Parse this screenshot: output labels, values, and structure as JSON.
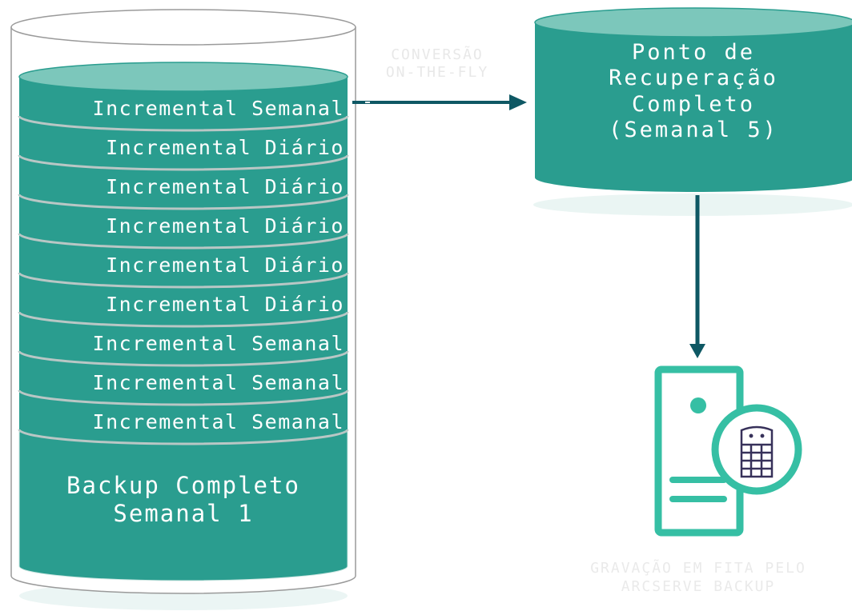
{
  "colors": {
    "teal": "#2a9d8f",
    "teal_top": "#7cc7bb",
    "teal_icon": "#36bfa4",
    "arrow": "#0e5864",
    "outline": "#9a9a9a"
  },
  "backup_stack": {
    "layers": [
      "Incremental Semanal",
      "Incremental Diário",
      "Incremental Diário",
      "Incremental Diário",
      "Incremental Diário",
      "Incremental Diário",
      "Incremental Semanal",
      "Incremental Semanal",
      "Incremental Semanal"
    ],
    "full_backup": {
      "line1": "Backup Completo",
      "line2": "Semanal 1"
    }
  },
  "conversion_label": {
    "line1": "CONVERSÃO",
    "line2": "ON-THE-FLY"
  },
  "recovery_point": {
    "line1": "Ponto de",
    "line2": "Recuperação",
    "line3": "Completo",
    "line4": "(Semanal 5)"
  },
  "tape": {
    "icon": "server-tape-icon",
    "line1": "GRAVAÇÃO EM FITA PELO",
    "line2": "ARCSERVE BACKUP"
  }
}
